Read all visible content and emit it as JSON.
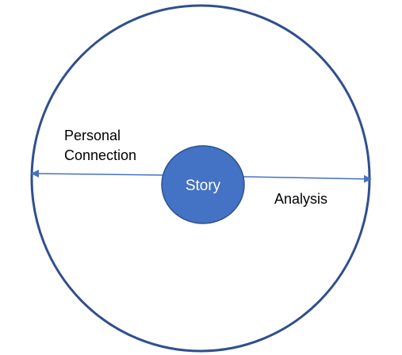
{
  "colors": {
    "outer_circle_stroke": "#2f4f8f",
    "center_fill": "#4472c4",
    "center_stroke": "#2f528f",
    "arrow": "#4472c4",
    "text": "#000000",
    "center_text": "#ffffff"
  },
  "center": {
    "label": "Story"
  },
  "left_label": {
    "line1": "Personal",
    "line2": "Connection"
  },
  "right_label": {
    "text": "Analysis"
  }
}
